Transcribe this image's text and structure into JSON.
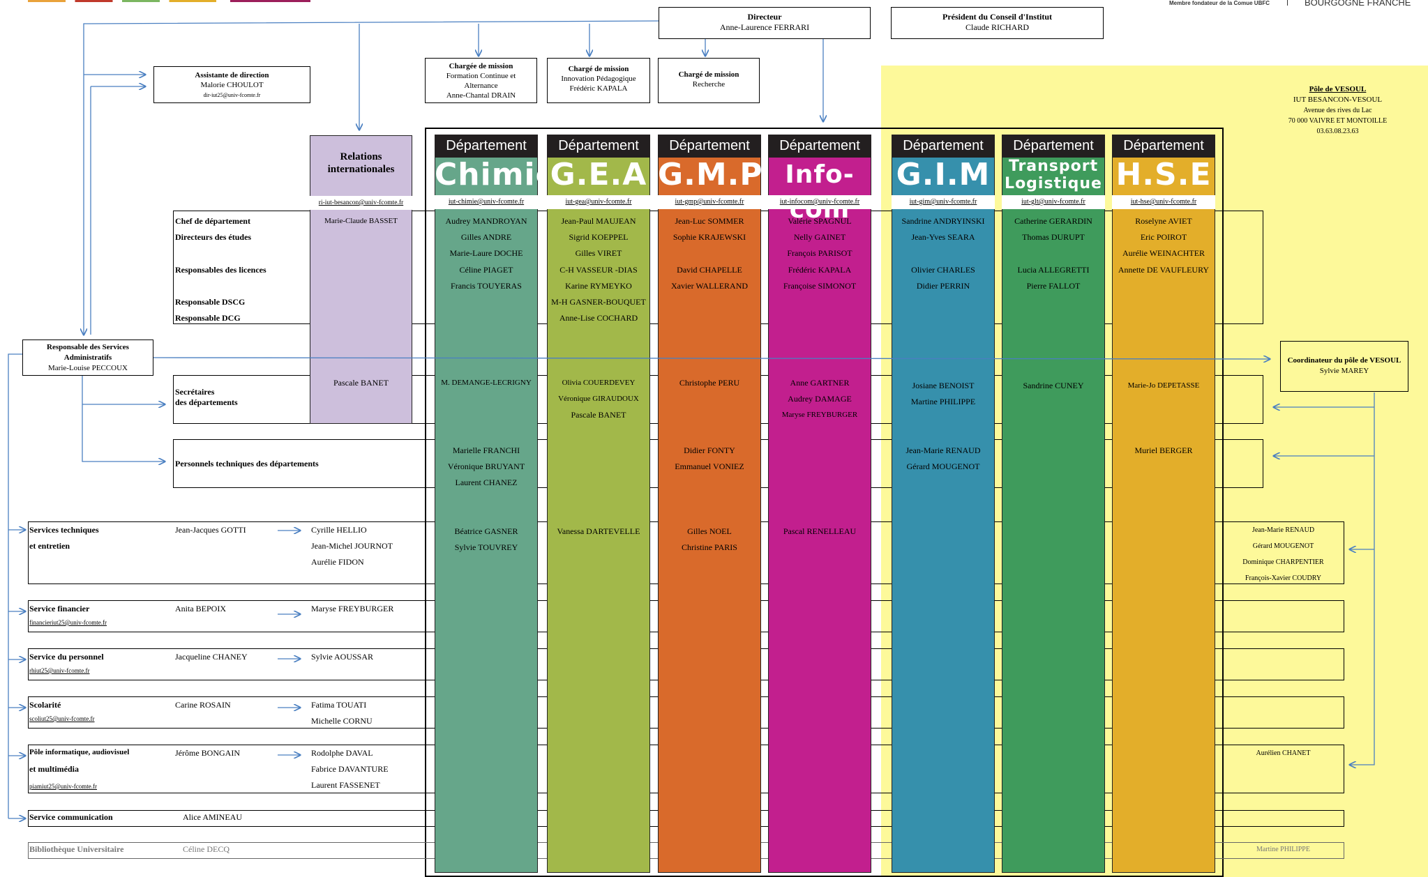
{
  "header": {
    "logo_text": "Membre fondateur de la Comue UBFC",
    "logo_region": "BOURGOGNE FRANCHE"
  },
  "direction": {
    "director_title": "Directeur",
    "director_name": "Anne-Laurence FERRARI",
    "president_title": "Président du Conseil d'Institut",
    "president_name": "Claude RICHARD"
  },
  "assistant": {
    "title": "Assistante de direction",
    "name": "Malorie CHOULOT",
    "email": "dir-iut25@univ-fcomte.fr"
  },
  "missions": [
    {
      "title": "Chargée de mission",
      "lines": [
        "Formation Continue et",
        "Alternance",
        "Anne-Chantal DRAIN"
      ]
    },
    {
      "title": "Chargé de mission",
      "lines": [
        "Innovation Pédagogique",
        "Frédéric KAPALA"
      ]
    },
    {
      "title": "Chargé de mission",
      "lines": [
        "Recherche"
      ]
    }
  ],
  "vesoul": {
    "title": "Pôle de VESOUL",
    "lines": [
      "IUT BESANCON-VESOUL",
      "Avenue des rives du Lac",
      "70 000 VAIVRE ET MONTOILLE",
      "03.63.08.23.63"
    ],
    "coord_title": "Coordinateur du pôle de VESOUL",
    "coord_name": "Sylvie MAREY"
  },
  "ri": {
    "title1": "Relations",
    "title2": "internationales",
    "email": "ri-iut-besancon@univ-fcomte.fr",
    "chef": "Marie-Claude BASSET",
    "secretaire": "Pascale BANET"
  },
  "rsa": {
    "title1": "Responsable des Services",
    "title2": "Administratifs",
    "name": "Marie-Louise PECCOUX"
  },
  "row_labels": {
    "chef": "Chef de département",
    "directeurs": "Directeurs des études",
    "licences": "Responsables des licences",
    "dscg": "Responsable DSCG",
    "dcg": "Responsable DCG",
    "secretaires1": "Secrétaires",
    "secretaires2": "des départements",
    "techniques": "Personnels techniques des départements"
  },
  "departments": [
    {
      "top": "Département",
      "big": "Chimie",
      "email": "iut-chimie@univ-fcomte.fr",
      "color": "#66a68a",
      "management": [
        "Audrey MANDROYAN",
        "Gilles ANDRE",
        "Marie-Laure DOCHE",
        "Céline PIAGET",
        "Francis TOUYERAS"
      ],
      "secretaries": [
        "M. DEMANGE-LECRIGNY"
      ],
      "technicians": [
        "Marielle FRANCHI",
        "Véronique BRUYANT",
        "Laurent CHANEZ"
      ],
      "services": [
        "Béatrice GASNER",
        "Sylvie TOUVREY"
      ]
    },
    {
      "top": "Département",
      "big": "G.E.A",
      "email": "iut-gea@univ-fcomte.fr",
      "color": "#a2b84a",
      "management": [
        "Jean-Paul MAUJEAN",
        "Sigrid KOEPPEL",
        "Gilles VIRET",
        "C-H VASSEUR -DIAS",
        "Karine RYMEYKO",
        "M-H GASNER-BOUQUET",
        "Anne-Lise COCHARD"
      ],
      "secretaries": [
        "Olivia COUERDEVEY",
        "Véronique GIRAUDOUX",
        "Pascale BANET"
      ],
      "technicians": [],
      "services": [
        "Vanessa DARTEVELLE"
      ]
    },
    {
      "top": "Département",
      "big": "G.M.P",
      "email": "iut-gmp@univ-fcomte.fr",
      "color": "#d96a2b",
      "management": [
        "Jean-Luc SOMMER",
        "Sophie KRAJEWSKI",
        "",
        "David CHAPELLE",
        "Xavier WALLERAND"
      ],
      "secretaries": [
        "Christophe PERU"
      ],
      "technicians": [
        "Didier FONTY",
        "Emmanuel VONIEZ"
      ],
      "services": [
        "Gilles NOEL",
        "Christine PARIS"
      ]
    },
    {
      "top": "Département",
      "big": "Info-com",
      "email": "iut-infocom@univ-fcomte.fr",
      "color": "#c21f8e",
      "management": [
        "Valérie SPAGNUL",
        "Nelly GAINET",
        "François PARISOT",
        "Frédéric KAPALA",
        "Françoise SIMONOT"
      ],
      "secretaries": [
        "Anne GARTNER",
        "Audrey DAMAGE",
        "Maryse FREYBURGER"
      ],
      "technicians": [],
      "services": [
        "Pascal RENELLEAU"
      ]
    },
    {
      "top": "Département",
      "big": "G.I.M",
      "email": "iut-gim@univ-fcomte.fr",
      "color": "#3690ac",
      "management": [
        "Sandrine ANDRYINSKI",
        "Jean-Yves SEARA",
        "",
        "Olivier CHARLES",
        "Didier PERRIN"
      ],
      "secretaries": [
        "Josiane BENOIST",
        "Martine PHILIPPE"
      ],
      "technicians": [
        "Jean-Marie RENAUD",
        "Gérard  MOUGENOT"
      ],
      "services": []
    },
    {
      "top": "Département",
      "big1": "Transport",
      "big2": "Logistique",
      "email": "iut-glt@univ-fcomte.fr",
      "color": "#3f9b5c",
      "management": [
        "Catherine GERARDIN",
        "Thomas DURUPT",
        "",
        "Lucia ALLEGRETTI",
        "Pierre FALLOT"
      ],
      "secretaries": [
        "Sandrine CUNEY"
      ],
      "technicians": [],
      "services": []
    },
    {
      "top": "Département",
      "big": "H.S.E",
      "email": "iut-hse@univ-fcomte.fr",
      "color": "#e3ae2a",
      "management": [
        "Roselyne AVIET",
        "Eric POIROT",
        "Aurélie WEINACHTER",
        "Annette DE VAUFLEURY"
      ],
      "secretaries": [
        "Marie-Jo DEPETASSE"
      ],
      "technicians": [
        "Muriel BERGER"
      ],
      "services": []
    }
  ],
  "services": [
    {
      "label1": "Services techniques",
      "label2": "et entretien",
      "email": "",
      "head": "Jean-Jacques GOTTI",
      "staff": [
        "Cyrille HELLIO",
        "Jean-Michel JOURNOT",
        "Aurélie FIDON"
      ],
      "vesoul": [
        "Jean-Marie RENAUD",
        "Gérard MOUGENOT",
        "Dominique CHARPENTIER",
        "François-Xavier COUDRY"
      ]
    },
    {
      "label1": "Service financier",
      "label2": "",
      "email": "financieriut25@univ-fcomte.fr",
      "head": "Anita BEPOIX",
      "staff": [
        "Maryse FREYBURGER"
      ],
      "vesoul": []
    },
    {
      "label1": "Service du personnel",
      "label2": "",
      "email": "rhiut25@univ-fcomte.fr",
      "head": "Jacqueline CHANEY",
      "staff": [
        "Sylvie AOUSSAR"
      ],
      "vesoul": []
    },
    {
      "label1": "Scolarité",
      "label2": "",
      "email": "scoliut25@univ-fcomte.fr",
      "head": "Carine ROSAIN",
      "staff": [
        "Fatima TOUATI",
        "Michelle CORNU"
      ],
      "vesoul": []
    },
    {
      "label1": "Pôle informatique, audiovisuel",
      "label2": "et multimédia",
      "email": "piamiut25@univ-fcomte.fr",
      "head": "Jérôme BONGAIN",
      "staff": [
        "Rodolphe DAVAL",
        "Fabrice DAVANTURE",
        "Laurent FASSENET"
      ],
      "vesoul": [
        "Aurélien CHANET"
      ]
    },
    {
      "label1": "Service communication",
      "label2": "",
      "email": "",
      "head": "Alice AMINEAU",
      "staff": [],
      "vesoul": []
    },
    {
      "label1": "Bibliothèque Universitaire",
      "label2": "",
      "email": "",
      "head": "Céline DECQ",
      "staff": [],
      "vesoul": [
        "Martine PHILIPPE"
      ]
    }
  ]
}
